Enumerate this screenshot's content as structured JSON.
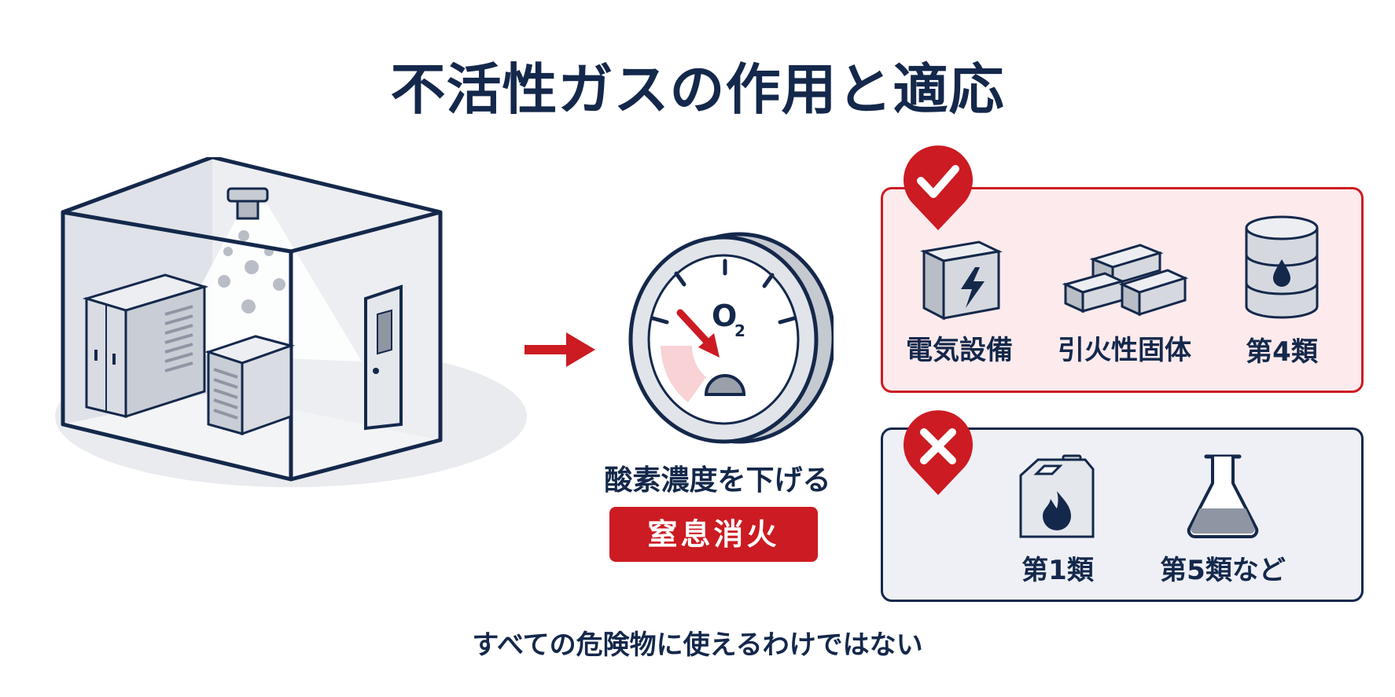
{
  "title": "不活性ガスの作用と適応",
  "gauge": {
    "symbol_main": "O",
    "symbol_sub": "2"
  },
  "mechanism": {
    "caption": "酸素濃度を下げる",
    "badge": "窒息消火"
  },
  "suitable": {
    "mark": "check",
    "items": [
      {
        "label": "電気設備",
        "icon": "electrical-panel-icon"
      },
      {
        "label": "引火性固体",
        "icon": "solid-blocks-icon"
      },
      {
        "label": "第4類",
        "icon": "oil-drum-icon"
      }
    ]
  },
  "unsuitable": {
    "mark": "cross",
    "items": [
      {
        "label": "第1類",
        "icon": "fuel-can-icon"
      },
      {
        "label": "第5類など",
        "icon": "flask-icon"
      }
    ]
  },
  "footer": "すべての危険物に使えるわけではない",
  "colors": {
    "navy": "#14284b",
    "red": "#cc1b22",
    "pink_bg": "#fceaec",
    "gray_bg": "#eef0f6"
  }
}
